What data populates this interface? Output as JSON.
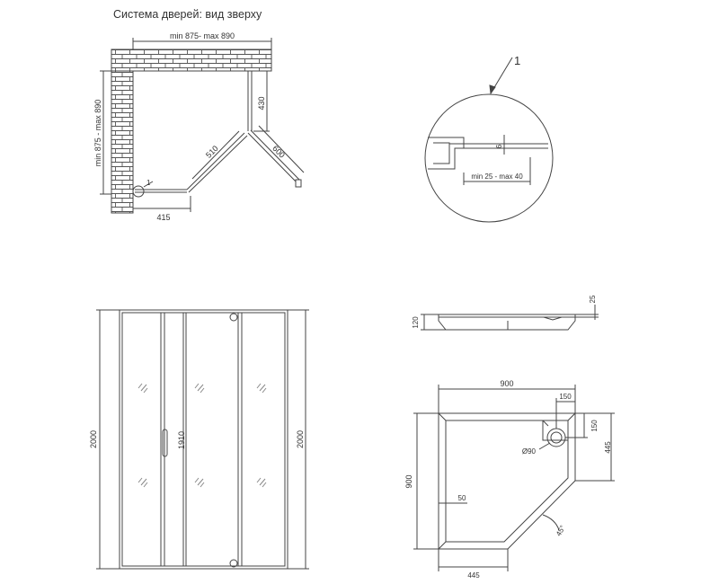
{
  "top_view": {
    "title": "Система дверей: вид зверху",
    "width_range": "min 875- max 890",
    "depth_range": "min 875 - max 890",
    "dim_430": "430",
    "dim_510": "510",
    "dim_600": "600",
    "dim_415": "415",
    "callout": "1"
  },
  "detail": {
    "callout": "1",
    "gap": "6",
    "range": "min 25 - max 40"
  },
  "front_view": {
    "height_left": "2000",
    "height_right": "2000",
    "door_height": "1910"
  },
  "tray_side": {
    "height": "120",
    "rim": "25"
  },
  "tray_plan": {
    "width": "900",
    "depth": "900",
    "drain_offset_x": "150",
    "drain_offset_y": "150",
    "drain_diameter": "Ø90",
    "side_right": "445",
    "side_bottom": "445",
    "rim": "50",
    "angle": "45°"
  }
}
